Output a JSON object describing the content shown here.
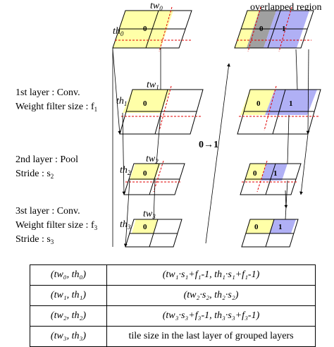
{
  "title_overlap": "overlapped region",
  "arrow_label": "0→1",
  "layers": [
    {
      "line1": "1st layer : Conv.",
      "line2": "Weight filter size : f",
      "line2_sub": "1",
      "line3": ""
    },
    {
      "line1": "2nd layer : Pool",
      "line2": "Stride : s",
      "line2_sub": "2",
      "line3": ""
    },
    {
      "line1": "3st layer : Conv.",
      "line2": "Weight filter size : f",
      "line2_sub": "3",
      "line3": "Stride : s",
      "line3_sub": "3"
    }
  ],
  "tiles": [
    {
      "tw": "tw",
      "tw_sub": "0",
      "th": "th",
      "th_sub": "0"
    },
    {
      "tw": "tw",
      "tw_sub": "1",
      "th": "th",
      "th_sub": "1"
    },
    {
      "tw": "tw",
      "tw_sub": "2",
      "th": "th",
      "th_sub": "2"
    },
    {
      "tw": "tw",
      "tw_sub": "3",
      "th": "th",
      "th_sub": "3"
    }
  ],
  "cell_labels": {
    "zero": "0",
    "one": "1"
  },
  "colors": {
    "tile0": "#ffffa8",
    "tile1": "#b0b0f5",
    "overlap": "#a0a0a0",
    "dashed": "#e00000"
  },
  "table": {
    "rows": [
      {
        "left": "(tw₀, th₀)",
        "right": "(tw₁·s₁+f₁-1, th₁·s₁+f₁-1)"
      },
      {
        "left": "(tw₁, th₁)",
        "right": "(tw₂·s₂, th₂·s₂)"
      },
      {
        "left": "(tw₂, th₂)",
        "right": "(tw₃·s₃+f₃-1, th₃·s₃+f₃-1)"
      },
      {
        "left": "(tw₃, th₃)",
        "right": "tile size in the last layer of grouped layers"
      }
    ]
  }
}
